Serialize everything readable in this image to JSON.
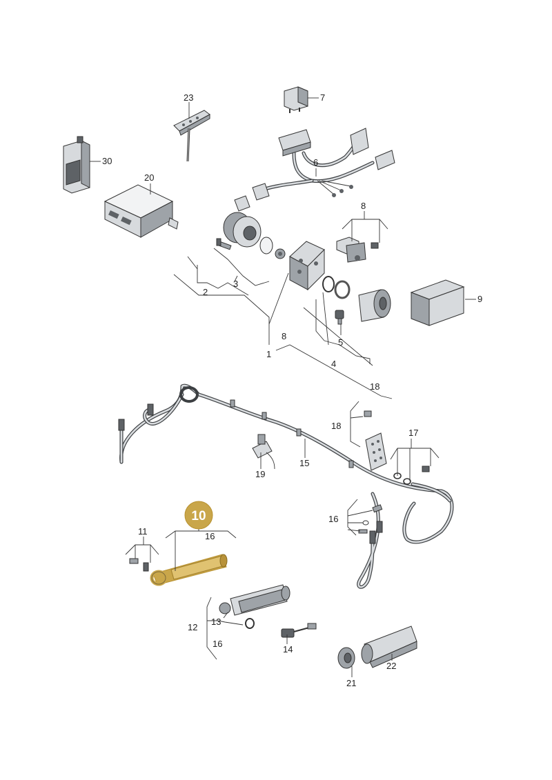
{
  "diagram": {
    "callouts": {
      "c1": "1",
      "c2": "2",
      "c3": "3",
      "c4": "4",
      "c5": "5",
      "c6": "6",
      "c7": "7",
      "c8a": "8",
      "c8b": "8",
      "c9": "9",
      "c11": "11",
      "c12": "12",
      "c13": "13",
      "c14": "14",
      "c15": "15",
      "c16a": "16",
      "c16b": "16",
      "c16c": "16",
      "c17": "17",
      "c18a": "18",
      "c18b": "18",
      "c19": "19",
      "c20": "20",
      "c21": "21",
      "c22": "22",
      "c23": "23",
      "c30": "30"
    },
    "highlight": {
      "label": "10",
      "color": "#c9a64a"
    }
  }
}
